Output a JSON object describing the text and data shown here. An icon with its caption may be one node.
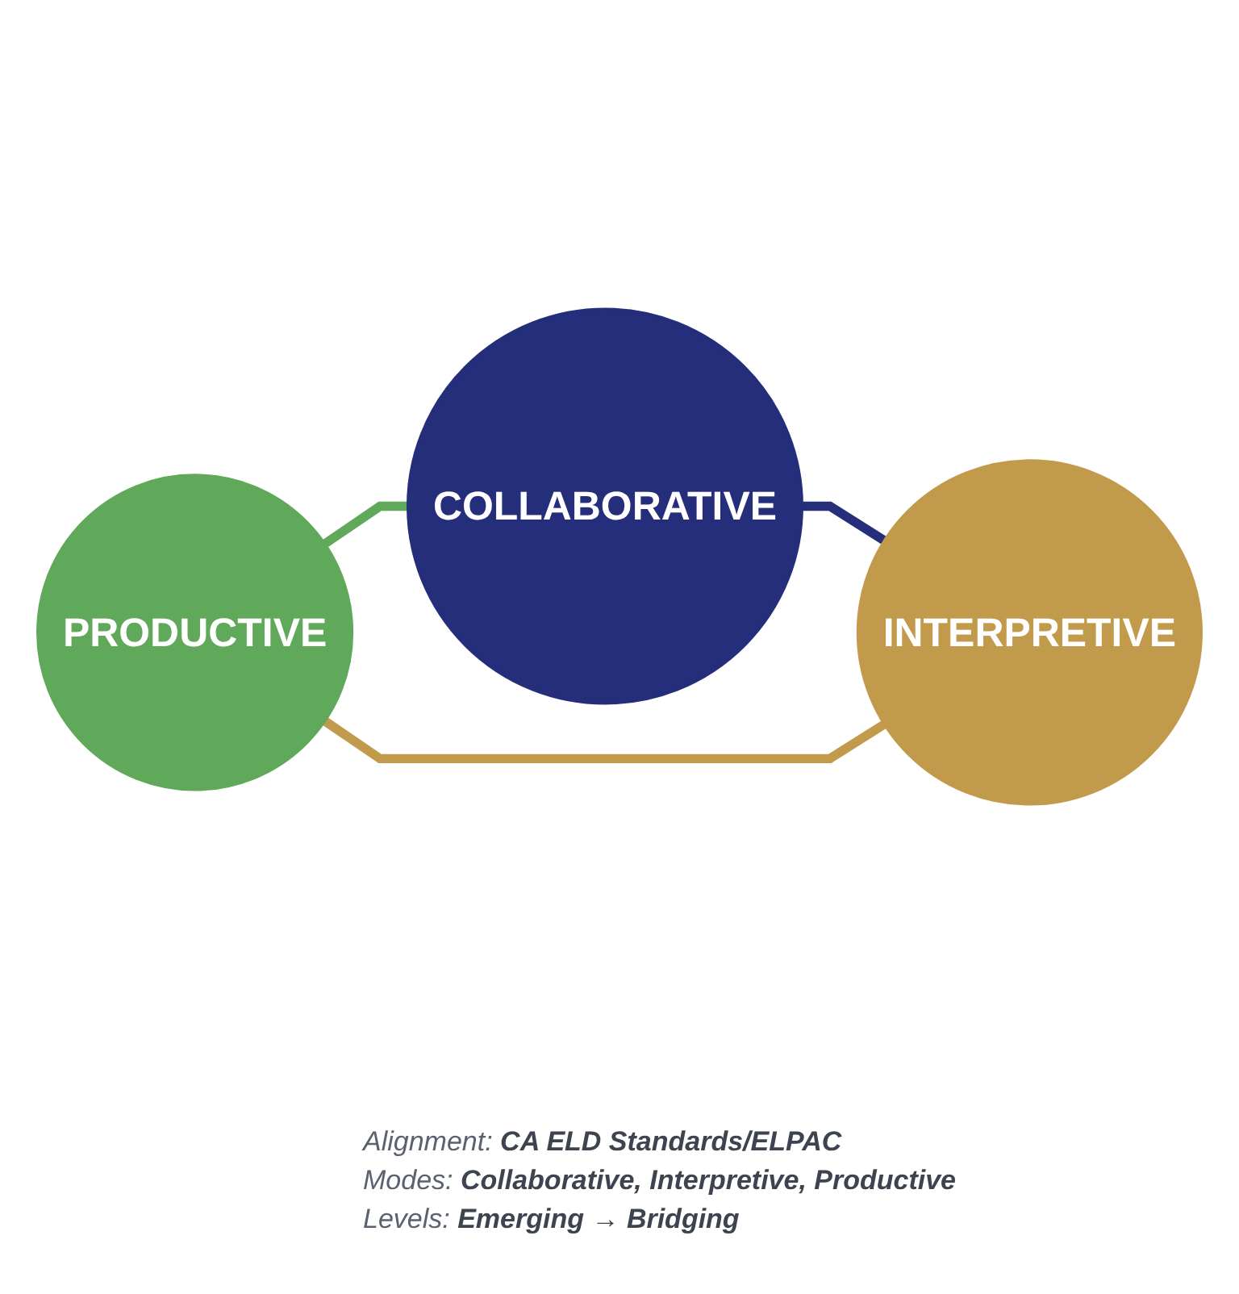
{
  "diagram": {
    "nodes": [
      {
        "text": [
          "COLLABORATIVE"
        ]
      },
      {
        "text": [
          "PRODUCTIVE"
        ]
      },
      {
        "text": [
          "INTERPRETIVE"
        ]
      }
    ],
    "edges": [
      {
        "from": 1,
        "to": 0,
        "arrow": "none",
        "color": "#60a85a"
      },
      {
        "from": 0,
        "to": 2,
        "arrow": "none",
        "color": "#252e7a"
      },
      {
        "from": 1,
        "to": 2,
        "arrow": "none",
        "color": "#c29a4b"
      }
    ],
    "labels": [
      "Alignment: **CA ELD Standards/ELPAC**",
      "Modes: **Collaborative, Interpretive, Productive**",
      "Levels: **Emerging → Bridging**"
    ]
  }
}
